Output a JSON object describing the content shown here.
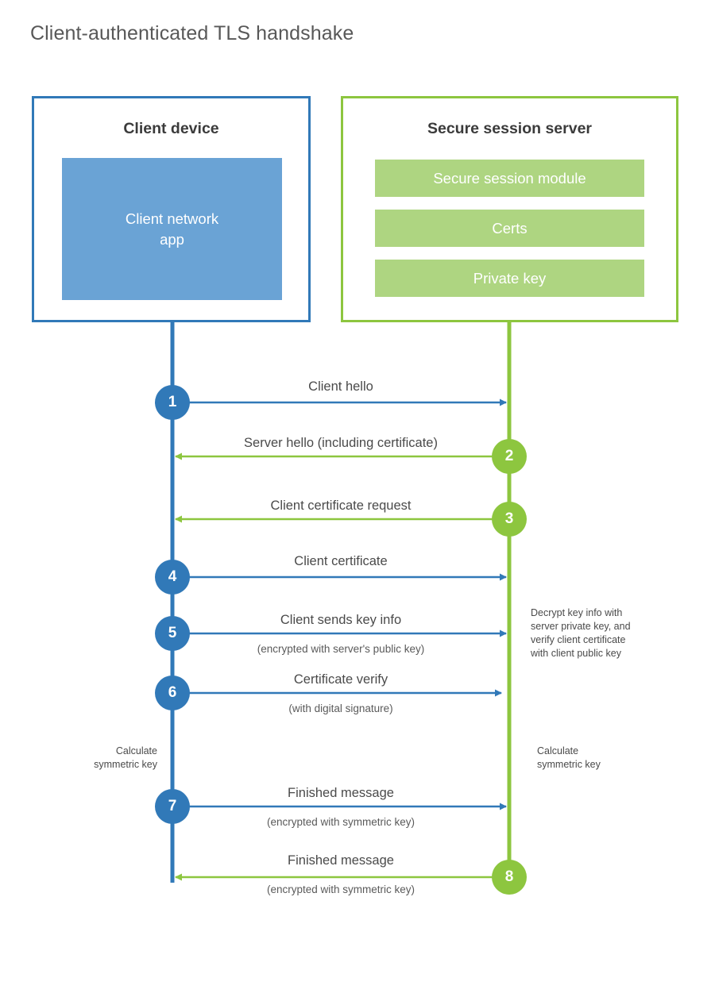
{
  "title": "Client-authenticated TLS handshake",
  "colors": {
    "client_blue": "#3179b8",
    "client_app_fill": "#6aa3d5",
    "server_green": "#8dc63f",
    "server_bar_fill": "#aed581",
    "title_text": "#585858",
    "body_text": "#4a4a4a",
    "background": "#ffffff"
  },
  "parties": {
    "client": {
      "title": "Client device",
      "app_label": "Client network\napp"
    },
    "server": {
      "title": "Secure session server",
      "bars": [
        "Secure session module",
        "Certs",
        "Private key"
      ]
    }
  },
  "steps": [
    {
      "number": "1",
      "label": "Client hello",
      "sub": "",
      "from": "client"
    },
    {
      "number": "2",
      "label": "Server hello (including certificate)",
      "sub": "",
      "from": "server"
    },
    {
      "number": "3",
      "label": "Client certificate request",
      "sub": "",
      "from": "server"
    },
    {
      "number": "4",
      "label": "Client certificate",
      "sub": "",
      "from": "client"
    },
    {
      "number": "5",
      "label": "Client sends key info",
      "sub": "(encrypted with server's public key)",
      "from": "client"
    },
    {
      "number": "6",
      "label": "Certificate verify",
      "sub": "(with digital signature)",
      "from": "client"
    },
    {
      "number": "7",
      "label": "Finished message",
      "sub": "(encrypted with symmetric key)",
      "from": "client"
    },
    {
      "number": "8",
      "label": "Finished message",
      "sub": "(encrypted with symmetric key)",
      "from": "server"
    }
  ],
  "notes": {
    "server_decrypt": "Decrypt key info with\nserver private key, and\nverify client certificate\nwith client public key",
    "client_calculate": "Calculate\nsymmetric key",
    "server_calculate": "Calculate\nsymmetric key"
  }
}
